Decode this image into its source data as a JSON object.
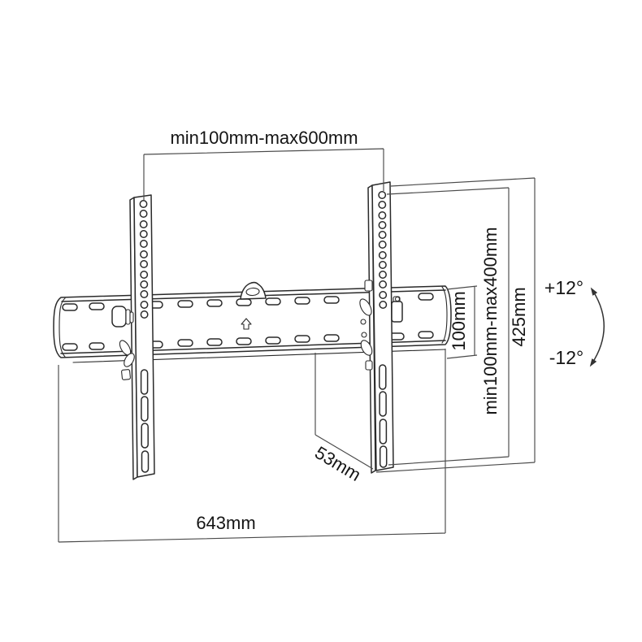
{
  "page": {
    "background": "#ffffff",
    "description": "Technical line drawing of a tilting TV wall-mount bracket with dimension annotations"
  },
  "labels": {
    "top_width": "min100mm-max600mm",
    "vesa_height": "min100mm-max400mm",
    "bracket_height": "425mm",
    "plate_height": "100mm",
    "wall_plate_width": "643mm",
    "depth": "53mm",
    "tilt_up": "+12°",
    "tilt_down": "-12°"
  },
  "colors": {
    "outline": "#2a2a2a",
    "dimension_line": "#4a4a4a",
    "text": "#151515",
    "background": "#ffffff"
  }
}
